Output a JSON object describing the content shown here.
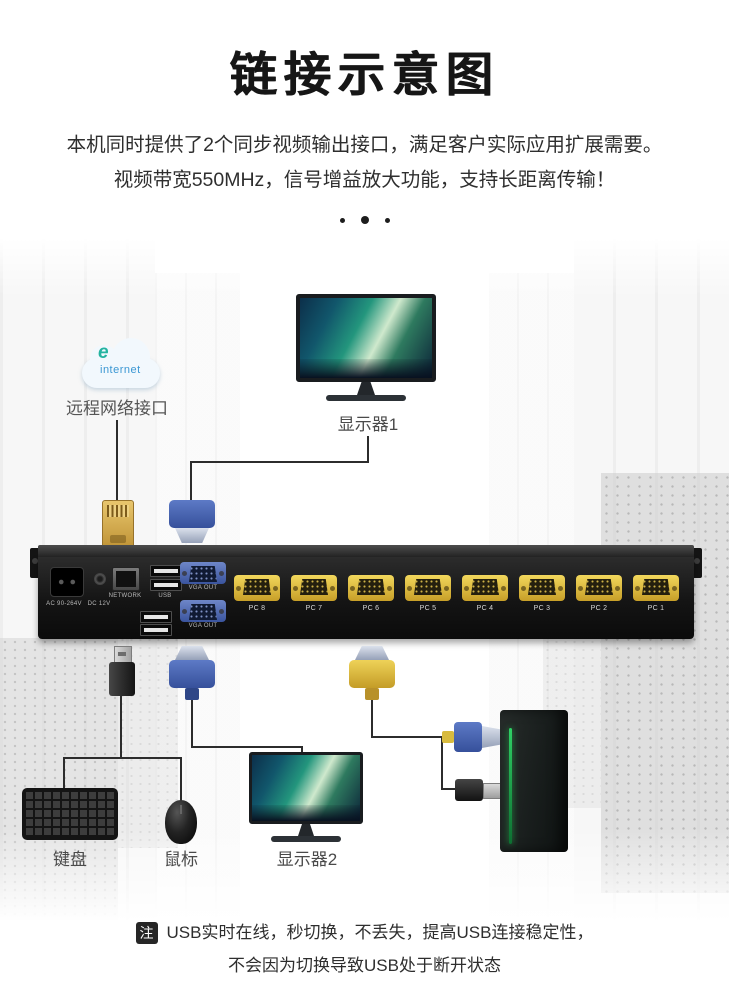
{
  "title": "链接示意图",
  "description": [
    "本机同时提供了2个同步视频输出接口，满足客户实际应用扩展需要。",
    "视频带宽550MHz，信号增益放大功能，支持长距离传输！"
  ],
  "cloud": {
    "logo": "e",
    "label": "internet"
  },
  "labels": {
    "remote_network": "远程网络接口",
    "monitor1": "显示器1",
    "monitor2": "显示器2",
    "keyboard": "键盘",
    "mouse": "鼠标"
  },
  "device": {
    "ac_label": "AC  90-264V",
    "dc_label": "DC 12V",
    "network_label": "NETWORK",
    "usb_label": "USB",
    "vga_out_labels": [
      "VGA OUT",
      "VGA OUT"
    ],
    "pc_ports": [
      "PC 8",
      "PC 7",
      "PC 6",
      "PC 5",
      "PC 4",
      "PC 3",
      "PC 2",
      "PC 1"
    ]
  },
  "note": {
    "badge": "注",
    "lines": [
      "USB实时在线，秒切换，不丢失，提高USB连接稳定性，",
      "不会因为切换导致USB处于断开状态"
    ]
  },
  "colors": {
    "vga_yellow": "#e3bf35",
    "vga_blue": "#445ea8",
    "device_black": "#161616",
    "pc_glow_green": "#25b14d"
  }
}
